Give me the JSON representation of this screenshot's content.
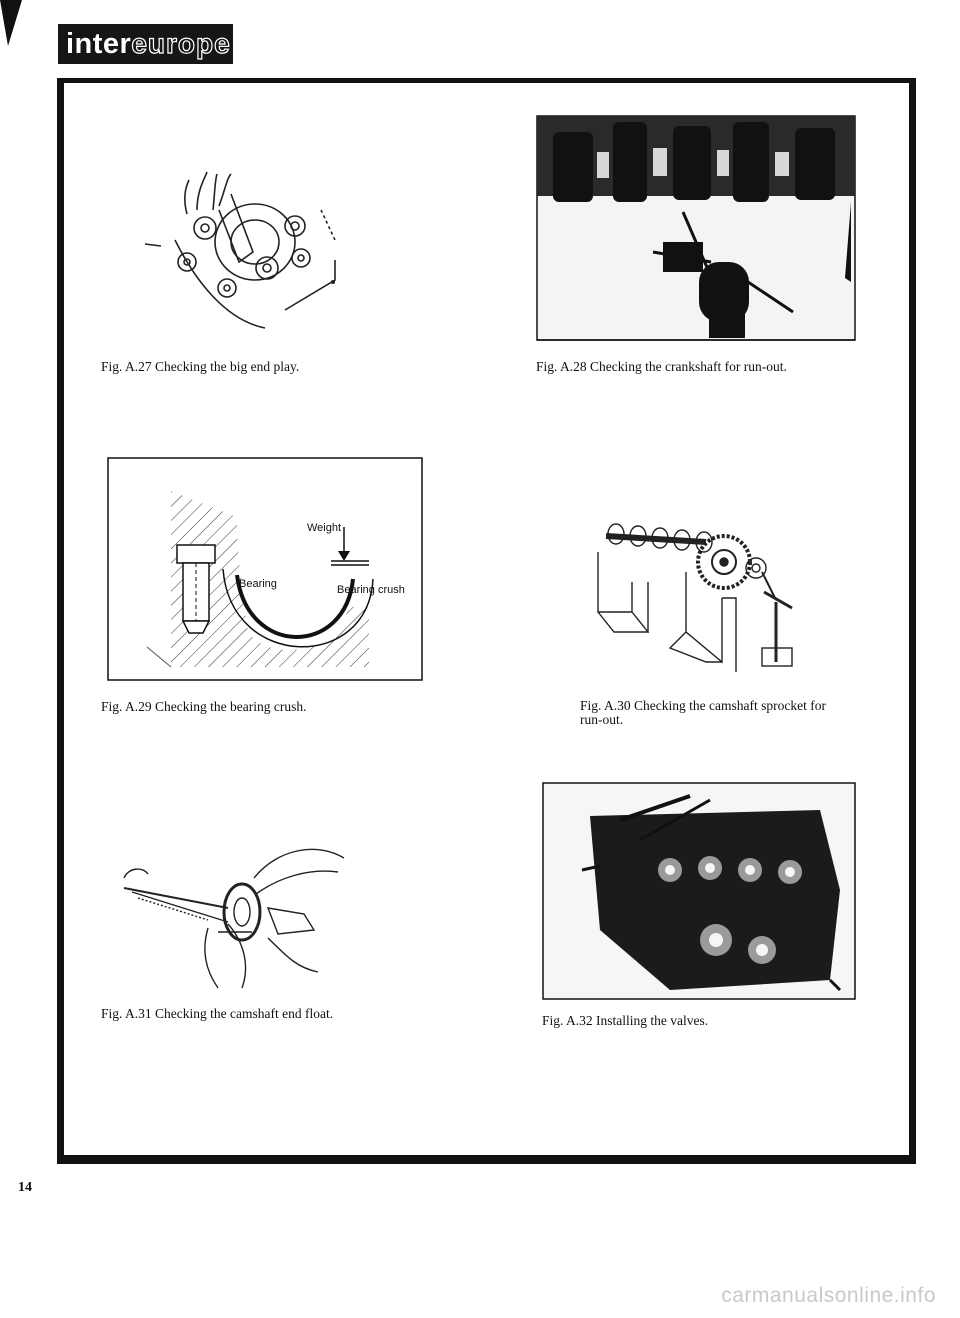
{
  "header": {
    "logo_inter": "inter",
    "logo_europe": "europe"
  },
  "figures": [
    {
      "id": "A.27",
      "caption": "Fig. A.27 Checking the big end play."
    },
    {
      "id": "A.28",
      "caption": "Fig. A.28 Checking the crankshaft for run-out."
    },
    {
      "id": "A.29",
      "caption": "Fig. A.29 Checking the bearing crush.",
      "labels": {
        "weight": "Weight",
        "bearing": "Bearing",
        "bearing_crush": "Bearing crush"
      }
    },
    {
      "id": "A.30",
      "caption_line1": "Fig. A.30 Checking the camshaft sprocket for",
      "caption_line2": "run-out."
    },
    {
      "id": "A.31",
      "caption": "Fig. A.31 Checking the camshaft end float."
    },
    {
      "id": "A.32",
      "caption": "Fig. A.32 Installing the valves."
    }
  ],
  "page_number": "14",
  "watermark": "carmanualsonline.info"
}
